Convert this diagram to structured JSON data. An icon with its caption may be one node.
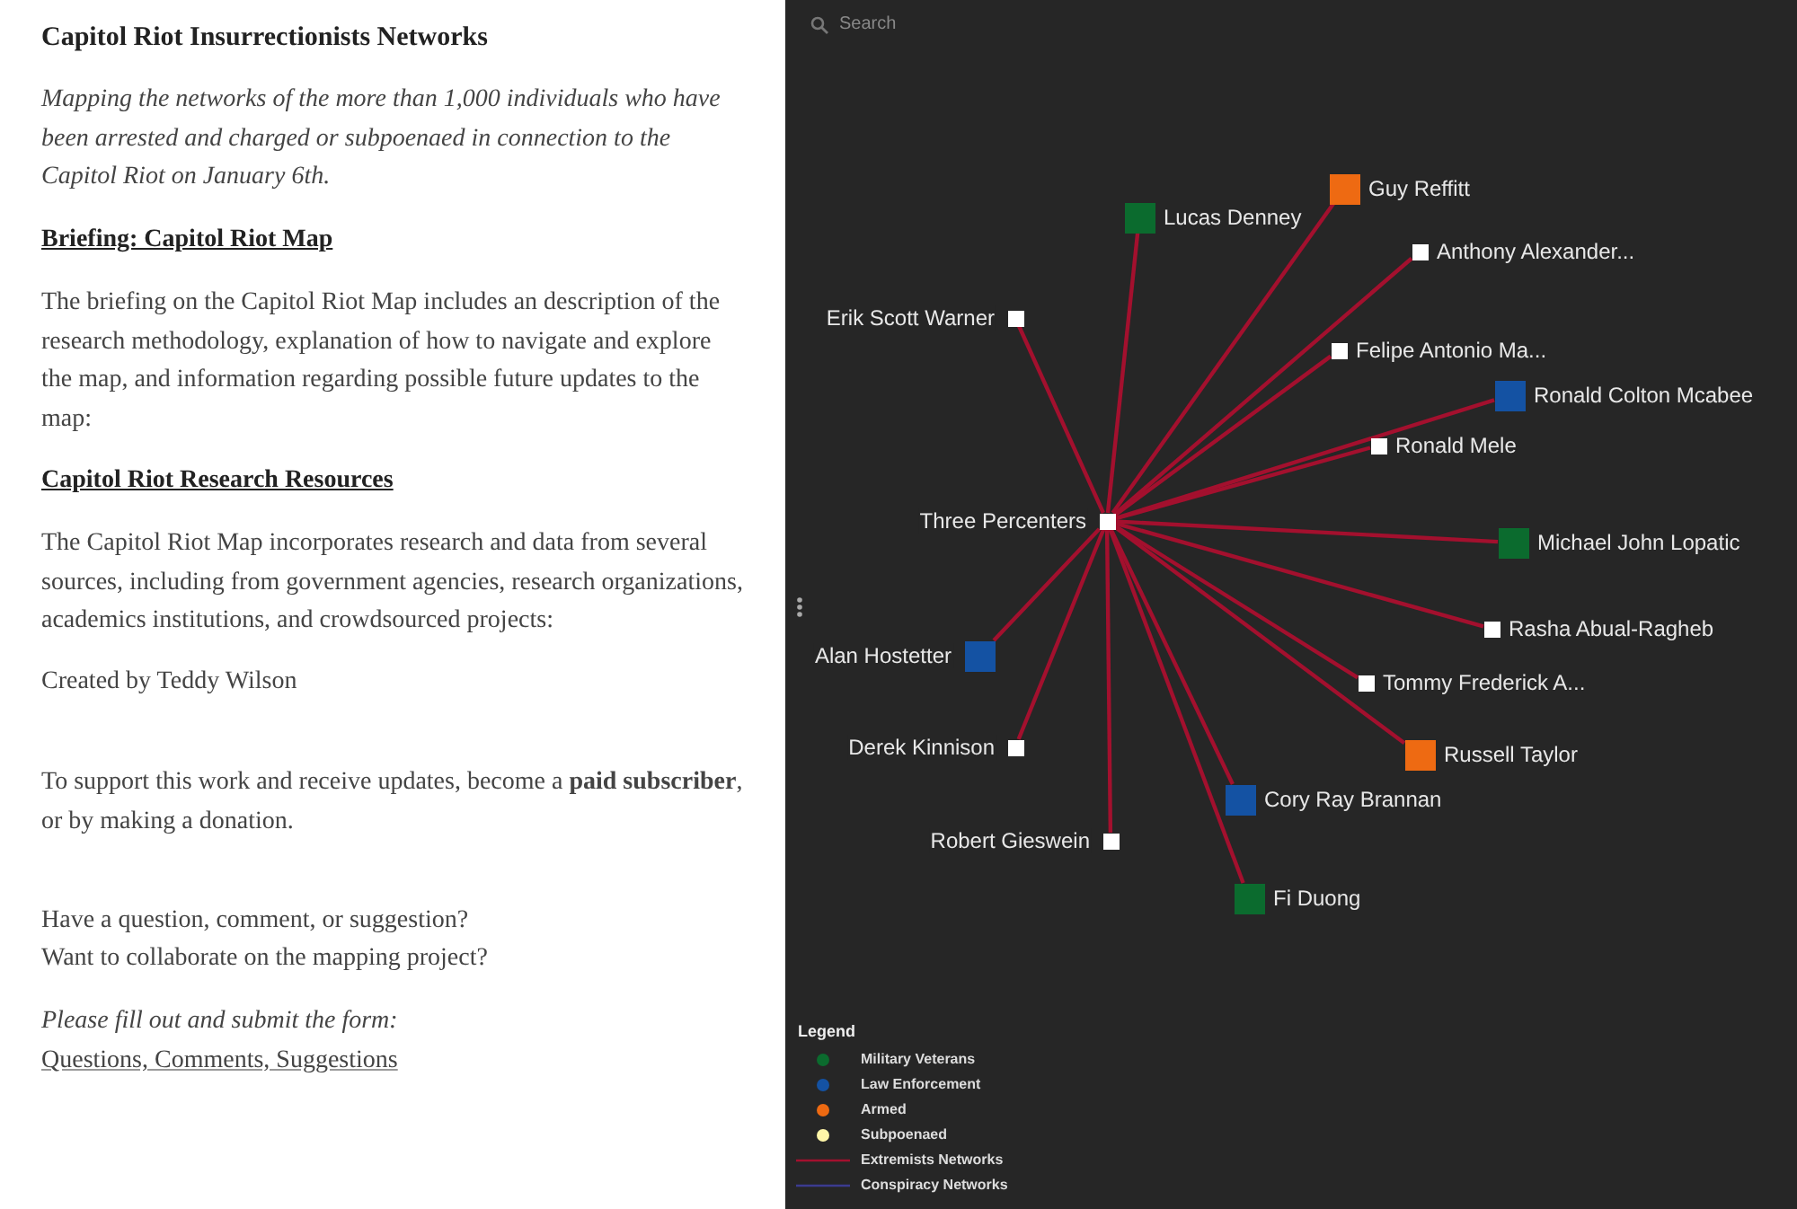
{
  "diagram": {
    "title": "Capitol Riot Insurrectionists Networks",
    "nodes": [
      {
        "text": [
          "Guy Reffitt"
        ]
      },
      {
        "text": [
          "Lucas Denney"
        ]
      },
      {
        "text": [
          "Anthony Alexander..."
        ]
      },
      {
        "text": [
          "Erik Scott Warner"
        ]
      },
      {
        "text": [
          "Felipe Antonio Ma..."
        ]
      },
      {
        "text": [
          "Ronald Colton Mcabee"
        ]
      },
      {
        "text": [
          "Ronald Mele"
        ]
      },
      {
        "text": [
          "Three Percenters"
        ]
      },
      {
        "text": [
          "Michael John Lopatic"
        ]
      },
      {
        "text": [
          "Alan Hostetter"
        ]
      },
      {
        "text": [
          "Tommy Frederick A..."
        ]
      },
      {
        "text": [
          "Rasha Abual-Ragheb"
        ]
      },
      {
        "text": [
          "Derek Kinnison"
        ]
      },
      {
        "text": [
          "Cory Ray Brannan"
        ]
      },
      {
        "text": [
          "Russell Taylor"
        ]
      },
      {
        "text": [
          "Robert Gieswein"
        ]
      },
      {
        "text": [
          "Fi Duong"
        ]
      }
    ],
    "edges": [
      {
        "from": 7,
        "to": 0,
        "arrow": "none"
      },
      {
        "from": 7,
        "to": 1,
        "arrow": "none"
      },
      {
        "from": 7,
        "to": 2,
        "arrow": "none"
      },
      {
        "from": 7,
        "to": 3,
        "arrow": "none"
      },
      {
        "from": 7,
        "to": 4,
        "arrow": "none"
      },
      {
        "from": 7,
        "to": 5,
        "arrow": "none"
      },
      {
        "from": 7,
        "to": 6,
        "arrow": "none"
      },
      {
        "from": 7,
        "to": 8,
        "arrow": "none"
      },
      {
        "from": 7,
        "to": 9,
        "arrow": "none"
      },
      {
        "from": 7,
        "to": 10,
        "arrow": "none"
      },
      {
        "from": 7,
        "to": 11,
        "arrow": "none"
      },
      {
        "from": 7,
        "to": 12,
        "arrow": "none"
      },
      {
        "from": 7,
        "to": 13,
        "arrow": "none"
      },
      {
        "from": 7,
        "to": 14,
        "arrow": "none"
      },
      {
        "from": 7,
        "to": 15,
        "arrow": "none"
      },
      {
        "from": 7,
        "to": 16,
        "arrow": "none"
      }
    ],
    "labels": [
      "Mapping the networks of the more than 1,000 individuals who have been arrested and charged or subpoenaed in connection to the Capitol Riot on January 6th.",
      "Briefing: Capitol Riot Map",
      "The briefing on the Capitol Riot Map includes an description of the research methodology, explanation of how to navigate and explore the map, and information regarding possible future updates to the map:",
      "Capitol Riot Research Resources",
      "The Capitol Riot Map incorporates research and data from several sources, including from government agencies, research organizations, academics institutions, and crowdsourced projects:",
      "Created by Teddy Wilson",
      "To support this work and receive updates, become a **paid subscriber**, or by making a donation.",
      "Have a question, comment, or suggestion?",
      "Want to collaborate on the mapping project?",
      "Please fill out and submit the form:",
      "Questions, Comments, Suggestions",
      "Search",
      "Legend"
    ],
    "legend": [
      {
        "text": "Military Veterans",
        "color": "#0b6b2e"
      },
      {
        "text": "Law Enforcement",
        "color": "#1452a3"
      },
      {
        "text": "Armed",
        "color": "#ee6a12"
      },
      {
        "text": "Subpoenaed",
        "color": "#fff6a8"
      },
      {
        "text": "Extremists Networks"
      },
      {
        "text": "Conspiracy Networks"
      }
    ]
  }
}
